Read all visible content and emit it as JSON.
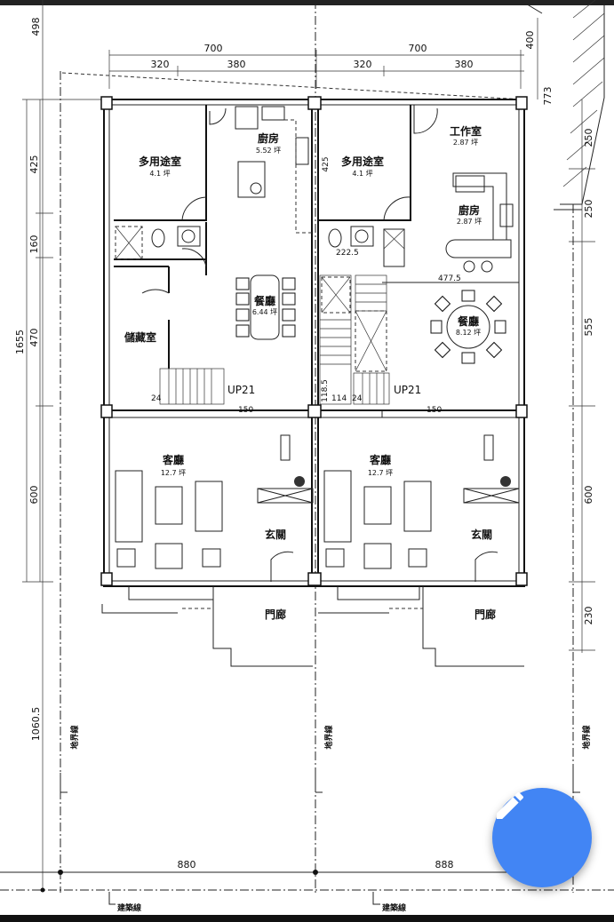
{
  "top_dims": {
    "total_left": "700",
    "total_right": "700",
    "l1": "320",
    "l2": "380",
    "r1": "320",
    "r2": "380",
    "top_right": "400",
    "right_diag": "773"
  },
  "left_dims": {
    "top": "498",
    "overall": "1655",
    "d1": "425",
    "d2": "160",
    "d3": "470",
    "d4": "600",
    "bottom": "1060.5"
  },
  "right_dims": {
    "d1": "250",
    "d2": "250",
    "d3": "555",
    "d4": "600",
    "d5": "230"
  },
  "rooms": {
    "left_multi": {
      "name": "多用途室",
      "area": "4.1 坪"
    },
    "left_kitchen": {
      "name": "廚房",
      "area": "5.52 坪"
    },
    "left_dining": {
      "name": "餐廳",
      "area": "6.44 坪"
    },
    "left_storage": {
      "name": "儲藏室"
    },
    "left_living": {
      "name": "客廳",
      "area": "12.7 坪"
    },
    "left_foyer": {
      "name": "玄關"
    },
    "left_porch": {
      "name": "門廊"
    },
    "right_multi": {
      "name": "多用途室",
      "area": "4.1 坪"
    },
    "right_work": {
      "name": "工作室",
      "area": "2.87 坪"
    },
    "right_kitchen": {
      "name": "廚房",
      "area": "2.87 坪"
    },
    "right_dining": {
      "name": "餐廳",
      "area": "8.12 坪"
    },
    "right_living": {
      "name": "客廳",
      "area": "12.7 坪"
    },
    "right_foyer": {
      "name": "玄關"
    },
    "right_porch": {
      "name": "門廊"
    }
  },
  "annotations": {
    "up_left": "UP21",
    "up_right": "UP21",
    "w150_left": "150",
    "w150_right": "150",
    "d222": "222.5",
    "d477": "477.5",
    "d425": "425",
    "d118": "118.5",
    "d114": "114",
    "d24_left": "24",
    "d24_right": "24"
  },
  "bottom": {
    "width_left": "880",
    "width_right": "888",
    "boundary_label": "地界線",
    "building_line_label": "建築線"
  },
  "fab": {
    "icon": "pencil-icon",
    "color": "#4285f4"
  }
}
